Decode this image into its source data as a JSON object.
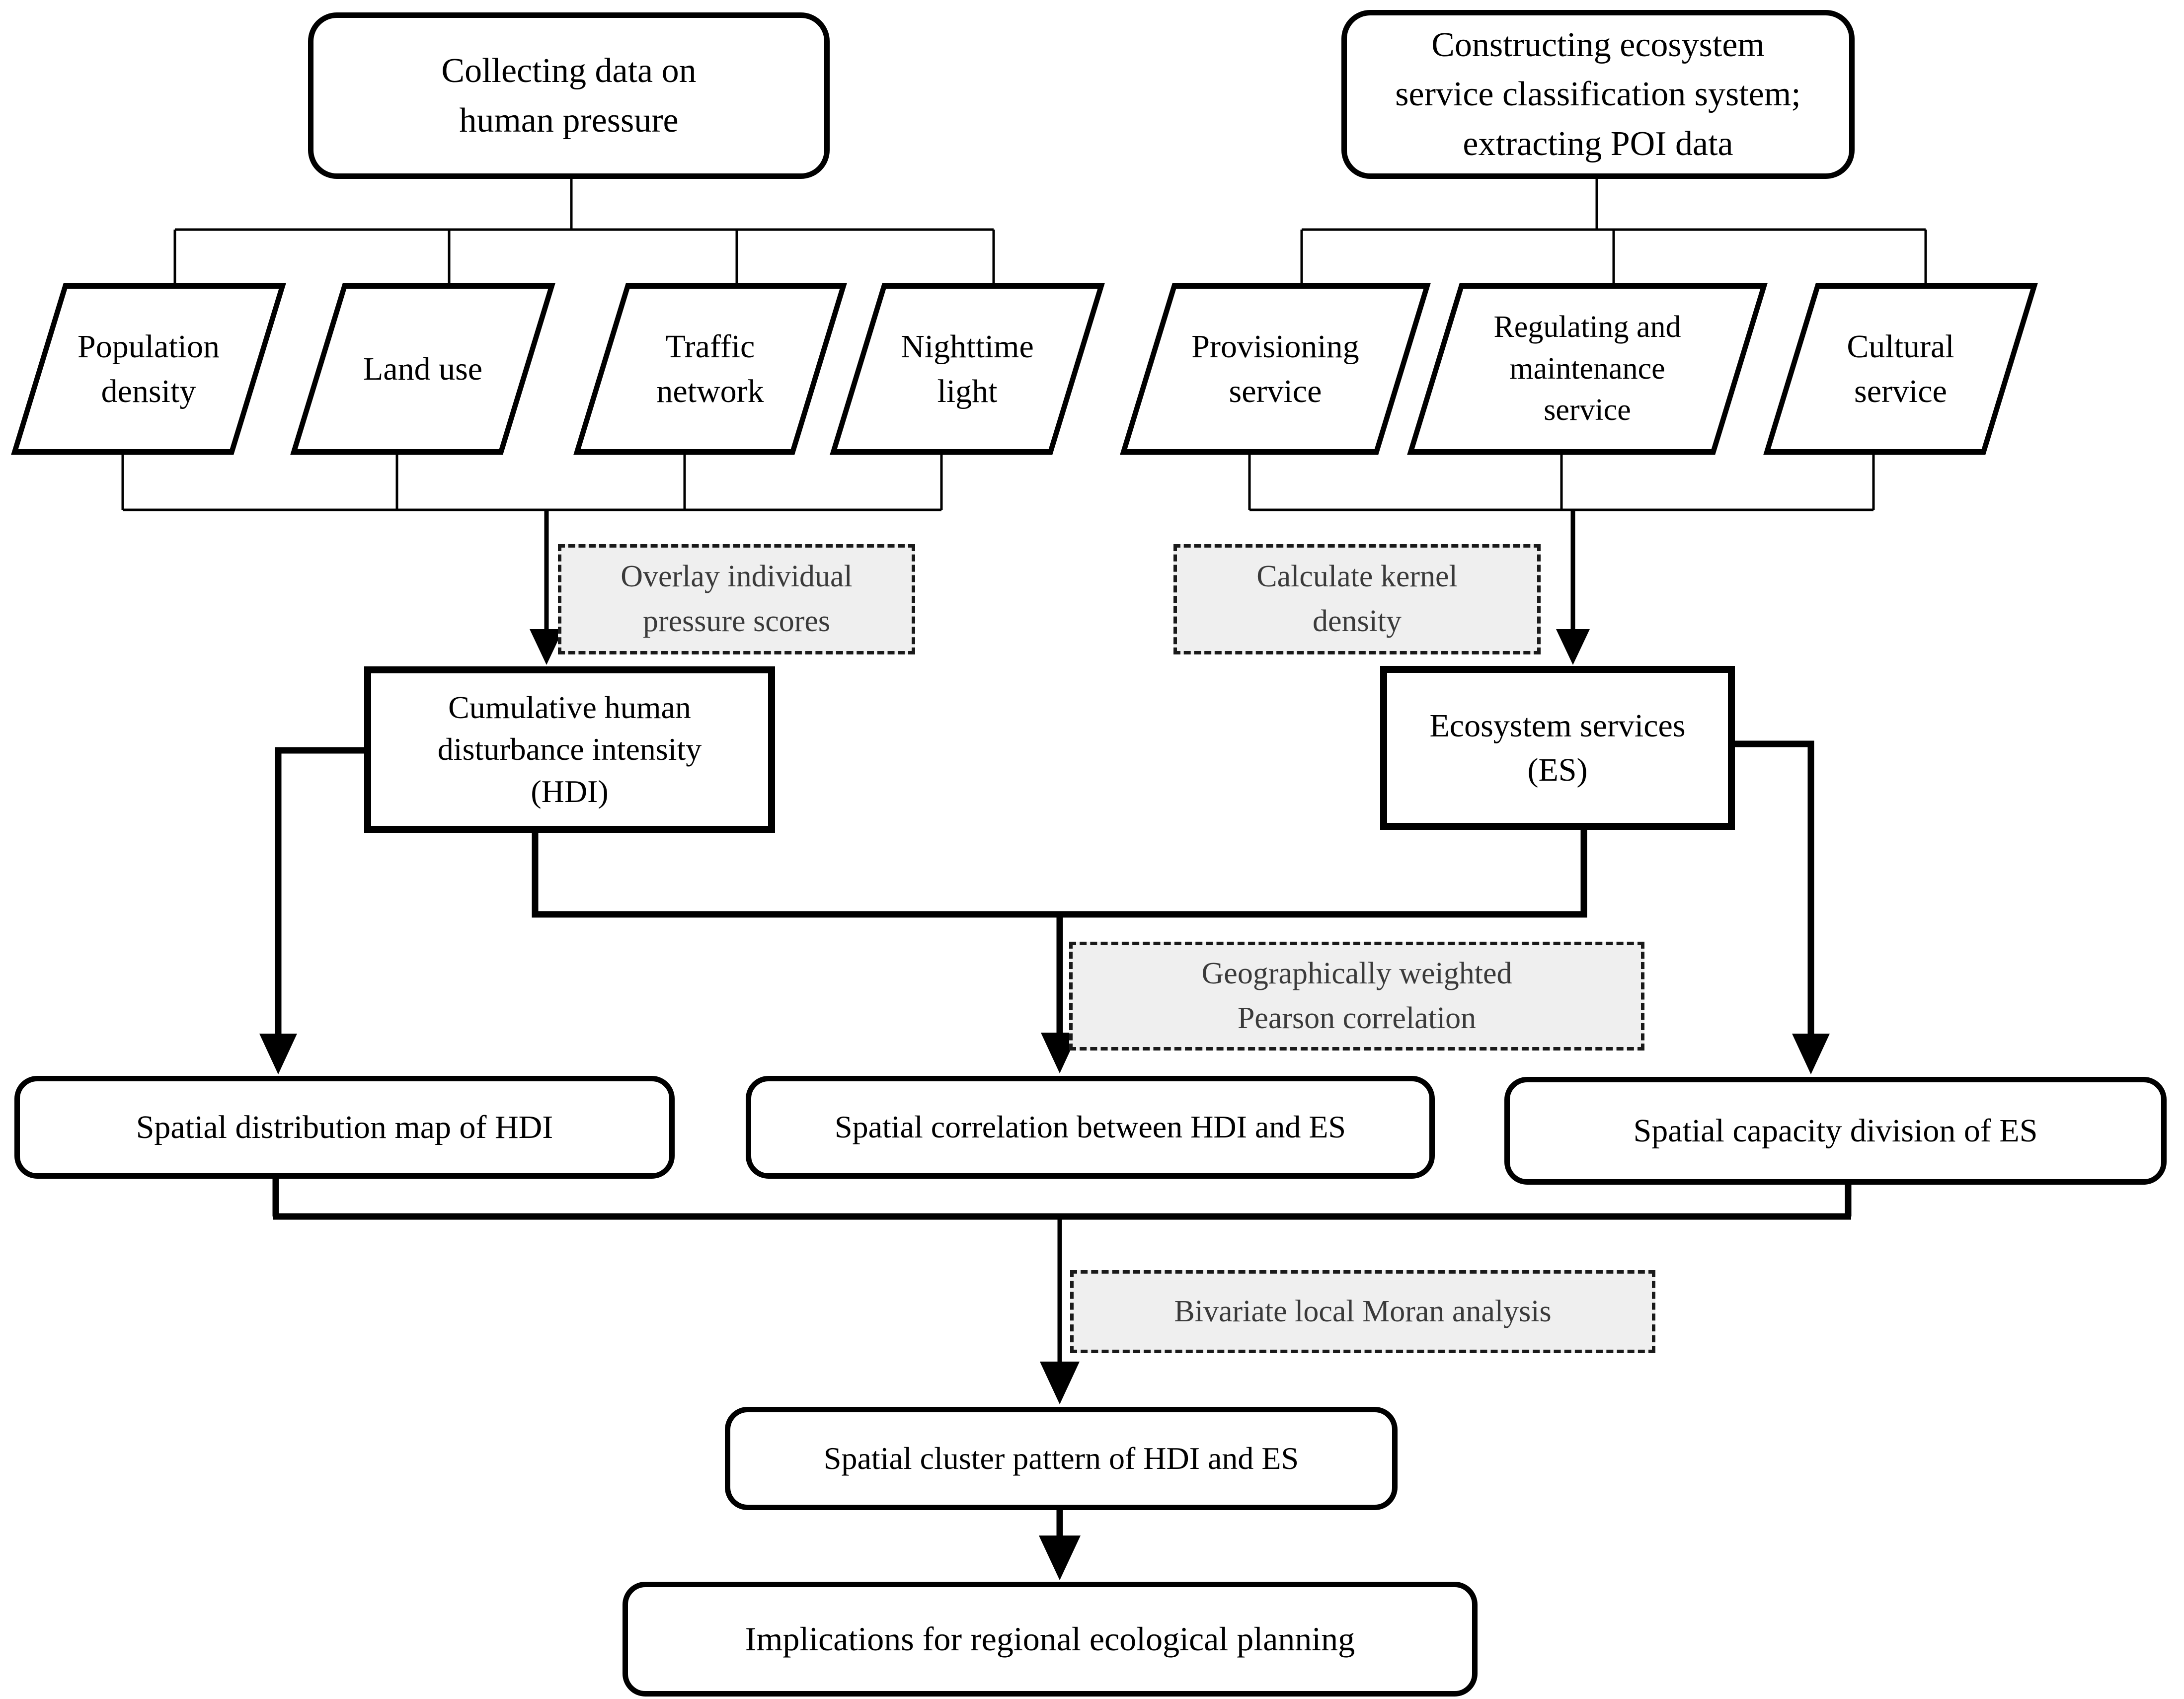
{
  "diagram": {
    "type": "flowchart",
    "topic": "Workflow for analyzing human disturbance intensity and ecosystem services"
  },
  "colors": {
    "line": "#000000",
    "node_border": "#000000",
    "node_fill": "#ffffff",
    "process_fill": "#efefef",
    "process_text": "#3a3a3a",
    "node_text": "#000000",
    "background": "#ffffff"
  },
  "nodes": {
    "collecting": {
      "lines": [
        "Collecting data on",
        "human pressure"
      ]
    },
    "constructing": {
      "lines": [
        "Constructing ecosystem",
        "service classification system;",
        "extracting POI data"
      ]
    },
    "population": {
      "lines": [
        "Population",
        "density"
      ]
    },
    "landuse": {
      "lines": [
        "Land use"
      ]
    },
    "traffic": {
      "lines": [
        "Traffic",
        "network"
      ]
    },
    "nighttime": {
      "lines": [
        "Nighttime",
        "light"
      ]
    },
    "provisioning": {
      "lines": [
        "Provisioning",
        "service"
      ]
    },
    "regulating": {
      "lines": [
        "Regulating and",
        "maintenance",
        "service"
      ]
    },
    "cultural": {
      "lines": [
        "Cultural",
        "service"
      ]
    },
    "overlay": {
      "lines": [
        "Overlay individual",
        "pressure scores"
      ]
    },
    "kernel": {
      "lines": [
        "Calculate kernel",
        "density"
      ]
    },
    "hdi": {
      "lines": [
        "Cumulative human",
        "disturbance intensity",
        "(HDI)"
      ]
    },
    "es": {
      "lines": [
        "Ecosystem services",
        "(ES)"
      ]
    },
    "pearson": {
      "lines": [
        "Geographically weighted",
        "Pearson correlation"
      ]
    },
    "map_hdi": {
      "lines": [
        "Spatial distribution map of HDI"
      ]
    },
    "correlation": {
      "lines": [
        "Spatial correlation between HDI and ES"
      ]
    },
    "capacity": {
      "lines": [
        "Spatial capacity division of ES"
      ]
    },
    "moran": {
      "lines": [
        "Bivariate local Moran analysis"
      ]
    },
    "cluster": {
      "lines": [
        "Spatial cluster pattern of HDI and ES"
      ]
    },
    "implications": {
      "lines": [
        "Implications for regional ecological planning"
      ]
    }
  }
}
